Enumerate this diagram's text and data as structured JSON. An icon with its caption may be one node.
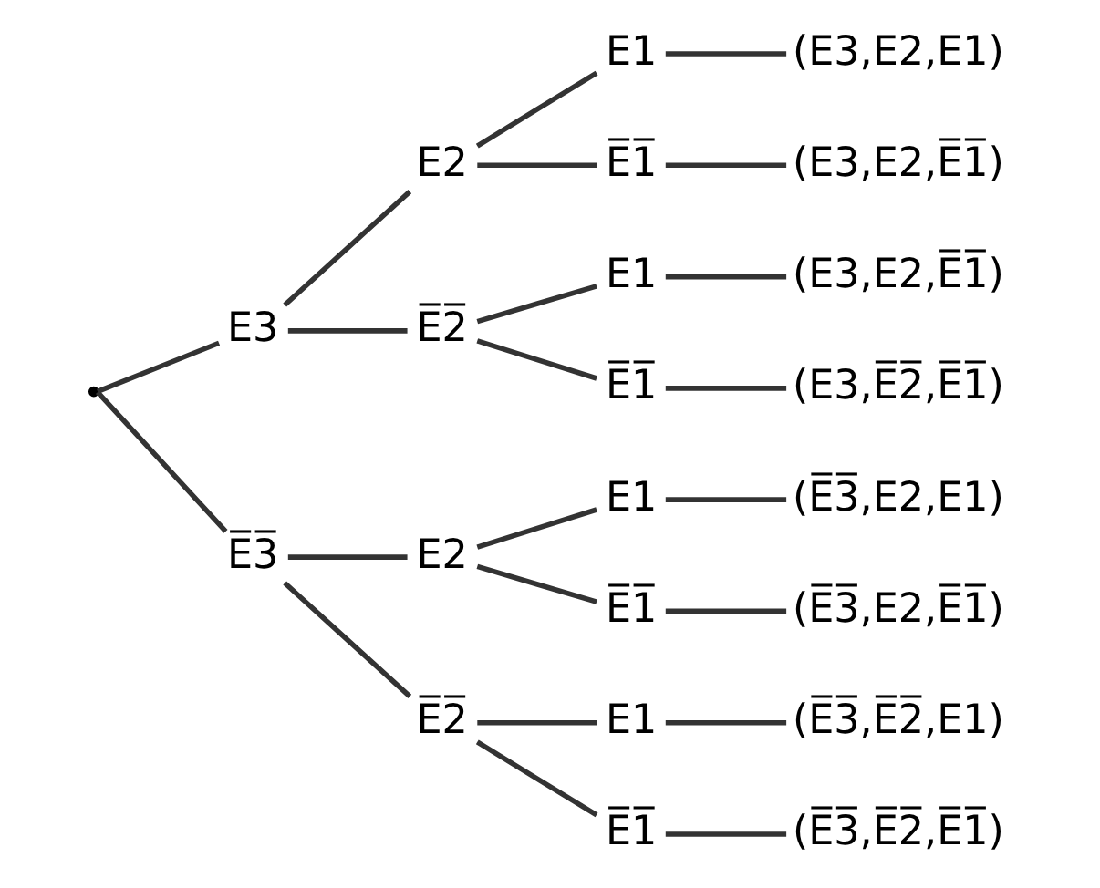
{
  "diagram": {
    "nodes": [
      {
        "text": [
          "E3"
        ]
      },
      {
        "text": [
          "E2"
        ]
      },
      {
        "text": [
          "E1"
        ]
      },
      {
        "text": [
          "(E3,E2,E1)"
        ]
      },
      {
        "text": [
          "E̅1̅"
        ]
      },
      {
        "text": [
          "(E3,E2,E̅1̅)"
        ]
      },
      {
        "text": [
          "E̅2̅"
        ]
      },
      {
        "text": [
          "E1"
        ]
      },
      {
        "text": [
          "(E3,E2,E̅1̅)"
        ]
      },
      {
        "text": [
          "E̅1̅"
        ]
      },
      {
        "text": [
          "(E3,E̅2̅,E̅1̅)"
        ]
      },
      {
        "text": [
          "E̅3̅"
        ]
      },
      {
        "text": [
          "E2"
        ]
      },
      {
        "text": [
          "E1"
        ]
      },
      {
        "text": [
          "(E̅3̅,E2,E1)"
        ]
      },
      {
        "text": [
          "E̅1̅"
        ]
      },
      {
        "text": [
          "(E̅3̅,E2,E̅1̅)"
        ]
      },
      {
        "text": [
          "E̅2̅"
        ]
      },
      {
        "text": [
          "E1"
        ]
      },
      {
        "text": [
          "(E̅3̅,E̅2̅,E1)"
        ]
      },
      {
        "text": [
          "E̅1̅"
        ]
      },
      {
        "text": [
          "(E̅3̅,E̅2̅,E̅1̅)"
        ]
      },
      {
        "text": [],
        "shape": "point"
      }
    ],
    "edges": [
      {
        "from": 22,
        "to": 0,
        "arrow": "none"
      },
      {
        "from": 22,
        "to": 11,
        "arrow": "none"
      },
      {
        "from": 0,
        "to": 1,
        "arrow": "none"
      },
      {
        "from": 0,
        "to": 6,
        "arrow": "none"
      },
      {
        "from": 1,
        "to": 2,
        "arrow": "none"
      },
      {
        "from": 1,
        "to": 4,
        "arrow": "none"
      },
      {
        "from": 2,
        "to": 3,
        "arrow": "none"
      },
      {
        "from": 4,
        "to": 5,
        "arrow": "none"
      },
      {
        "from": 6,
        "to": 7,
        "arrow": "none"
      },
      {
        "from": 6,
        "to": 9,
        "arrow": "none"
      },
      {
        "from": 7,
        "to": 8,
        "arrow": "none"
      },
      {
        "from": 9,
        "to": 10,
        "arrow": "none"
      },
      {
        "from": 11,
        "to": 12,
        "arrow": "none"
      },
      {
        "from": 11,
        "to": 17,
        "arrow": "none"
      },
      {
        "from": 12,
        "to": 13,
        "arrow": "none"
      },
      {
        "from": 12,
        "to": 15,
        "arrow": "none"
      },
      {
        "from": 13,
        "to": 14,
        "arrow": "none"
      },
      {
        "from": 15,
        "to": 16,
        "arrow": "none"
      },
      {
        "from": 17,
        "to": 18,
        "arrow": "none"
      },
      {
        "from": 17,
        "to": 20,
        "arrow": "none"
      },
      {
        "from": 18,
        "to": 19,
        "arrow": "none"
      },
      {
        "from": 20,
        "to": 21,
        "arrow": "none"
      }
    ]
  }
}
